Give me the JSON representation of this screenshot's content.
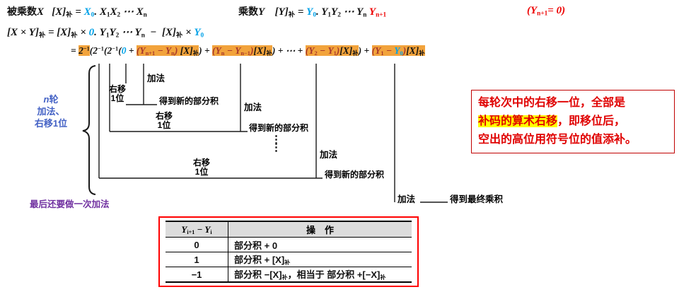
{
  "colors": {
    "term_highlight": "#F2A33C",
    "accent_blue": "#00A2E8",
    "accent_red": "#ED0000",
    "note_red": "#E00000",
    "note_highlight_yellow": "#FFFF00",
    "rounds_label_blue": "#4462C5",
    "last_add_purple": "#7030A0",
    "table_border_red": "#FF0000",
    "table_header_gray": "#DCDCDC"
  },
  "formulas": {
    "multiplicand": [
      {
        "t": "被乘数",
        "s": "cn"
      },
      {
        "t": "X",
        "s": "math"
      },
      {
        "t": "   [X]~补~ = ",
        "s": "math"
      },
      {
        "t": "X~0~",
        "s": "mathblue"
      },
      {
        "t": ". X~1~X~2~ ⋯ X~n~",
        "s": "math"
      }
    ],
    "multiplier": [
      {
        "t": "乘数",
        "s": "cn"
      },
      {
        "t": "Y",
        "s": "math"
      },
      {
        "t": "    [Y]~补~ = ",
        "s": "math"
      },
      {
        "t": "Y~0~",
        "s": "mathblue"
      },
      {
        "t": ". Y~1~Y~2~ ⋯ Y~n~ ",
        "s": "math"
      },
      {
        "t": "Y~n+1~",
        "s": "mathred"
      }
    ],
    "condition": [
      {
        "t": "(Y~n+1~= 0)",
        "s": "mathred"
      }
    ],
    "expansion": [
      {
        "t": "[X × Y]~补~ = [X]~补~ × ",
        "s": "math"
      },
      {
        "t": "0",
        "s": "mathblue"
      },
      {
        "t": ". Y~1~Y~2~ ⋯ Y~n~  −  [X]~补~ × ",
        "s": "math"
      },
      {
        "t": "Y~0~",
        "s": "mathblue"
      }
    ],
    "recursion": [
      {
        "t": "= ",
        "s": "math"
      },
      {
        "t": "2^−1^",
        "s": "hlmath"
      },
      {
        "t": "(",
        "s": "math"
      },
      {
        "t": "2^−1^(",
        "s": "math"
      },
      {
        "t": "2^−1^(",
        "s": "math"
      },
      {
        "t": "0",
        "s": "mathblue"
      },
      {
        "t": " + ",
        "s": "math"
      },
      {
        "t": "(Y~n+1~ − Y~n~) ",
        "s": "hlmathred"
      },
      {
        "t": "[X]~补~",
        "s": "hlmath"
      },
      {
        "t": ") + ",
        "s": "math"
      },
      {
        "t": "(Y~n~ − Y~n−1~)",
        "s": "hlmathred"
      },
      {
        "t": "[X]~补~",
        "s": "hlmath"
      },
      {
        "t": ") + ⋯ + ",
        "s": "math"
      },
      {
        "t": "(Y~2~ − Y~1~)",
        "s": "hlmathred"
      },
      {
        "t": "[X]~补~",
        "s": "hlmath"
      },
      {
        "t": ") + ",
        "s": "math"
      },
      {
        "t": "(Y~1~ − ",
        "s": "hlmathred"
      },
      {
        "t": "Y~0~",
        "s": "hlmathblue"
      },
      {
        "t": ")",
        "s": "hlmathred"
      },
      {
        "t": "[X]~补~",
        "s": "hlmath"
      }
    ]
  },
  "diagram": {
    "rounds_line1": "*n*轮",
    "rounds_line2": "加法、",
    "rounds_line3": "右移1位",
    "add_label": "加法",
    "shift_line1": "右移",
    "shift_line2": "1位",
    "partial_label": "得到新的部分积",
    "dots": "⋮",
    "final_product_label": "得到最终乘积",
    "final_add_note": "最后还要做一次加法"
  },
  "note": {
    "line1": "每轮次中的右移一位，全部是",
    "highlight": "补码的算术右移",
    "line2_rest": "，即移位后，",
    "line3": "空出的高位用符号位的值添补。"
  },
  "op_table": {
    "header_col1": "Y~i+1~ − Y~i~",
    "header_col2": "操　作",
    "rows": [
      {
        "cond": "0",
        "op": "部分积 + 0"
      },
      {
        "cond": "1",
        "op": "部分积 + [X]~补~"
      },
      {
        "cond": "−1",
        "op": "部分积 −[X]~补~，相当于 部分积 +[−X]~补~"
      }
    ]
  }
}
